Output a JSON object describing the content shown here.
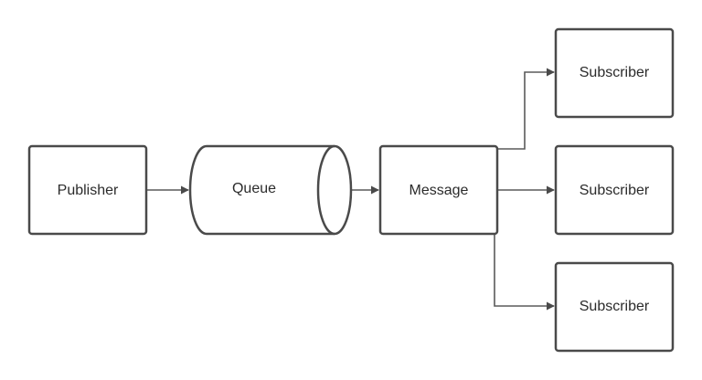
{
  "nodes": {
    "publisher": {
      "label": "Publisher"
    },
    "queue": {
      "label": "Queue"
    },
    "message": {
      "label": "Message"
    },
    "subscriber_1": {
      "label": "Subscriber"
    },
    "subscriber_2": {
      "label": "Subscriber"
    },
    "subscriber_3": {
      "label": "Subscriber"
    }
  },
  "edges": [
    {
      "from": "Publisher",
      "to": "Queue"
    },
    {
      "from": "Queue",
      "to": "Message"
    },
    {
      "from": "Message",
      "to": "Subscriber"
    },
    {
      "from": "Message",
      "to": "Subscriber"
    },
    {
      "from": "Message",
      "to": "Subscriber"
    }
  ],
  "colors": {
    "stroke": "#4a4a4a",
    "fill": "#ffffff",
    "text": "#2b2b2b"
  }
}
